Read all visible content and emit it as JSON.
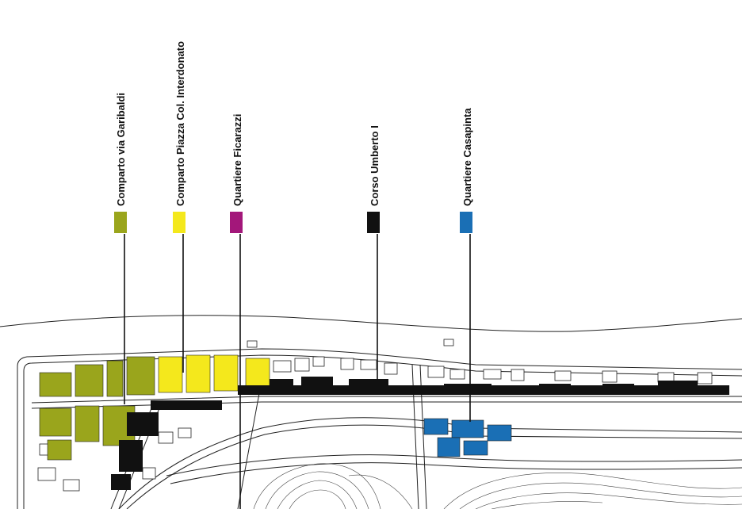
{
  "legend": [
    {
      "id": "garibaldi",
      "label": "Comparto via Garibaldi",
      "color": "#9aa51c"
    },
    {
      "id": "interdonato",
      "label": "Comparto Piazza Col. Interdonato",
      "color": "#f4e81c"
    },
    {
      "id": "ficarazzi",
      "label": "Quartiere Ficarazzi",
      "color": "#a3177a"
    },
    {
      "id": "umberto",
      "label": "Corso Umberto I",
      "color": "#111111"
    },
    {
      "id": "casapinta",
      "label": "Quartiere Casapinta",
      "color": "#1a6fb5"
    }
  ]
}
